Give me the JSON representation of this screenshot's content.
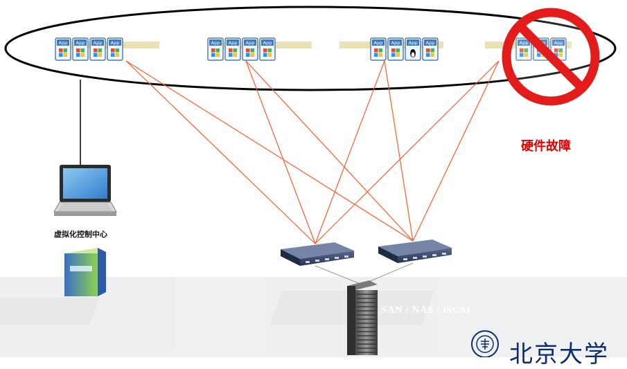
{
  "servers": [
    {
      "id": "host-1",
      "apps": [
        {
          "label": "App",
          "os": "windows"
        },
        {
          "label": "App",
          "os": "windows"
        },
        {
          "label": "App",
          "os": "windows"
        },
        {
          "label": "App",
          "os": "windows"
        }
      ],
      "failed": false
    },
    {
      "id": "host-2",
      "apps": [
        {
          "label": "App",
          "os": "windows"
        },
        {
          "label": "App",
          "os": "windows"
        },
        {
          "label": "App",
          "os": "windows"
        },
        {
          "label": "App",
          "os": "windows"
        }
      ],
      "failed": false
    },
    {
      "id": "host-3",
      "apps": [
        {
          "label": "App",
          "os": "windows"
        },
        {
          "label": "App",
          "os": "windows"
        },
        {
          "label": "App",
          "os": "linux"
        },
        {
          "label": "App",
          "os": "windows"
        }
      ],
      "failed": false
    },
    {
      "id": "host-4",
      "apps": [
        {
          "label": "App",
          "os": "windows"
        },
        {
          "label": "App",
          "os": "windows"
        },
        {
          "label": "App",
          "os": "windows"
        }
      ],
      "failed": true
    }
  ],
  "labels": {
    "console": "虚拟化控制中心",
    "fault": "硬件故障",
    "storage": "SAN / NAS / iSCSI",
    "university_logo_text": "北京大学"
  },
  "colors": {
    "link": "#ff5a2a",
    "prohibit": "#e31b1b",
    "fault_text": "#e00000",
    "cluster_outline": "#000000"
  },
  "icons": [
    "laptop-icon",
    "software-box-icon",
    "switch-icon",
    "storage-rack-icon",
    "prohibited-icon",
    "university-seal-icon"
  ]
}
